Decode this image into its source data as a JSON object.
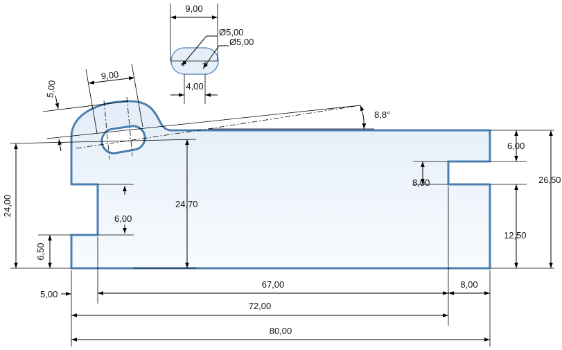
{
  "colors": {
    "outline": "#4a7fb0",
    "fill_top": "#e3edf8",
    "fill_bottom": "#f7fafd",
    "dimension": "#000000"
  },
  "dimensions": {
    "slot_length": "9,00",
    "detail_length": "9,00",
    "diameter_1": "Ø5,00",
    "diameter_2": "Ø5,00",
    "slot_offset": "4,00",
    "boss_offset": "5,00",
    "angle": "8,8°",
    "right_top": "6,00",
    "right_notch": "8,00",
    "right_lower": "12,50",
    "total_height": "26,50",
    "left_height": "24,00",
    "left_notch": "6,00",
    "left_lower": "6,50",
    "slot_height": "24,70",
    "left_offset": "5,00",
    "width_67": "67,00",
    "width_8": "8,00",
    "width_72": "72,00",
    "total_width": "80,00"
  }
}
